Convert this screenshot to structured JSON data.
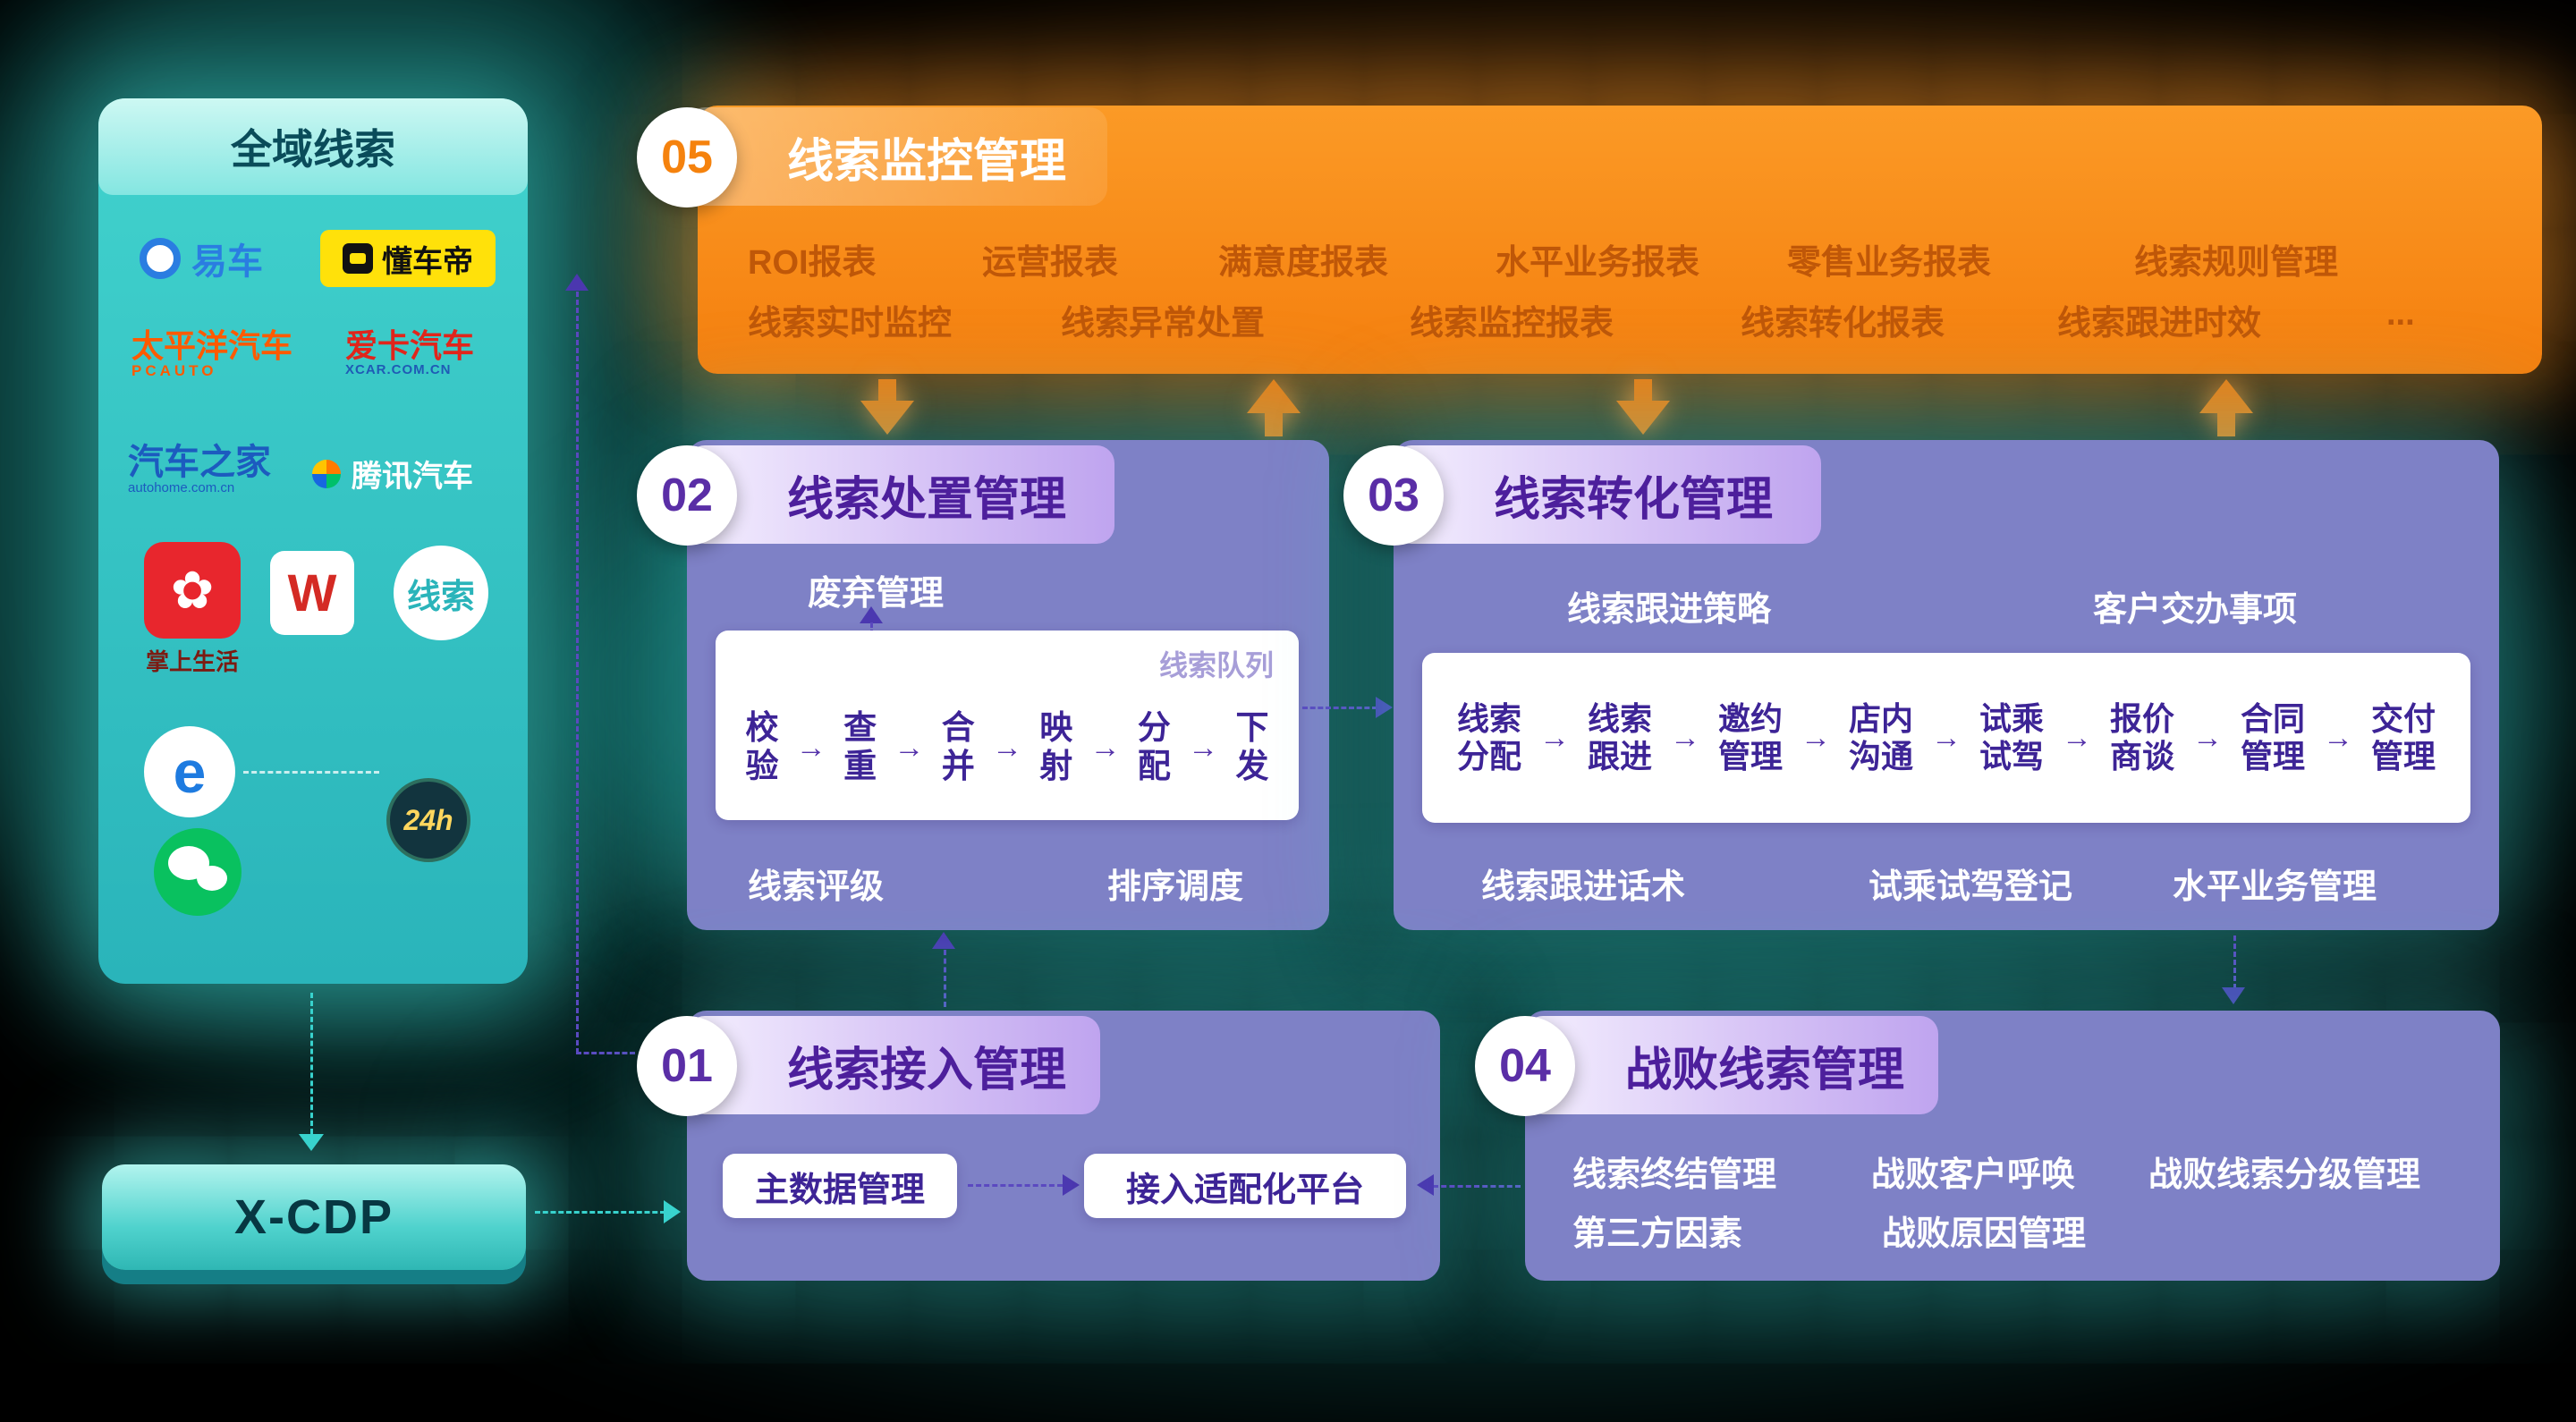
{
  "colors": {
    "teal": "#2fc5c1",
    "orange": "#f5820d",
    "purple": "#7e81c6",
    "deep_purple": "#4d1f9c"
  },
  "icons": {
    "arrow_right": "→",
    "flower": "✿"
  },
  "sidebar": {
    "title": "全域线索",
    "logos": {
      "yiche": "易车",
      "dongchedi": "懂车帝",
      "pcauto": "太平洋汽车",
      "pcauto_sub": "PCAUTO",
      "xcar": "爱卡汽车",
      "xcar_sub": "XCAR.COM.CN",
      "autohome": "汽车之家",
      "autohome_sub": "autohome.com.cn",
      "tencent": "腾讯汽车",
      "zhangshang": "掌上生活",
      "w": "W",
      "xiansuo": "线索",
      "ie": "e",
      "h24": "24h"
    }
  },
  "xcdp": {
    "label": "X-CDP"
  },
  "blocks": {
    "b05": {
      "num": "05",
      "title": "线索监控管理",
      "row1": [
        "ROI报表",
        "运营报表",
        "满意度报表",
        "水平业务报表",
        "零售业务报表",
        "线索规则管理"
      ],
      "row2": [
        "线索实时监控",
        "线索异常处置",
        "线索监控报表",
        "线索转化报表",
        "线索跟进时效",
        "..."
      ]
    },
    "b02": {
      "num": "02",
      "title": "线索处置管理",
      "discard_label": "废弃管理",
      "queue_label": "线索队列",
      "steps": [
        "校验",
        "查重",
        "合并",
        "映射",
        "分配",
        "下发"
      ],
      "bottom": [
        "线索评级",
        "排序调度"
      ]
    },
    "b03": {
      "num": "03",
      "title": "线索转化管理",
      "top_labels": [
        "线索跟进策略",
        "客户交办事项"
      ],
      "steps": [
        "线索分配",
        "线索跟进",
        "邀约管理",
        "店内沟通",
        "试乘试驾",
        "报价商谈",
        "合同管理",
        "交付管理"
      ],
      "bottom": [
        "线索跟进话术",
        "试乘试驾登记",
        "水平业务管理"
      ]
    },
    "b01": {
      "num": "01",
      "title": "线索接入管理",
      "box1": "主数据管理",
      "box2": "接入适配化平台"
    },
    "b04": {
      "num": "04",
      "title": "战败线索管理",
      "row1": [
        "线索终结管理",
        "战败客户呼唤",
        "战败线索分级管理"
      ],
      "row2": [
        "第三方因素",
        "战败原因管理"
      ]
    }
  }
}
